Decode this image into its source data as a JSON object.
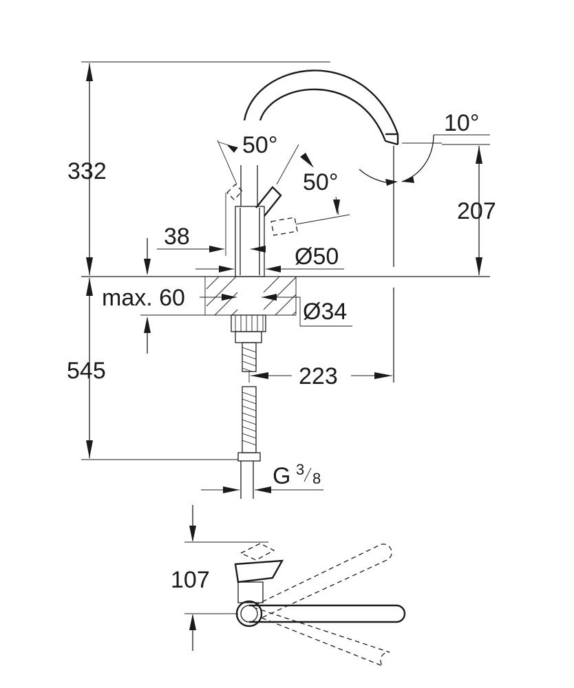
{
  "dimensions": {
    "total_height": "332",
    "spout_clearance": "207",
    "spout_angle": "10°",
    "lever_angle_top": "50°",
    "lever_angle_side": "50°",
    "lever_offset": "38",
    "body_diameter": "Ø50",
    "max_counter_thickness": "max. 60",
    "hole_diameter": "Ø34",
    "hose_length": "545",
    "spout_reach": "223",
    "connection_thread_main": "G",
    "connection_thread_fraction_num": "3",
    "connection_thread_fraction_den": "8",
    "side_view_height": "107"
  }
}
